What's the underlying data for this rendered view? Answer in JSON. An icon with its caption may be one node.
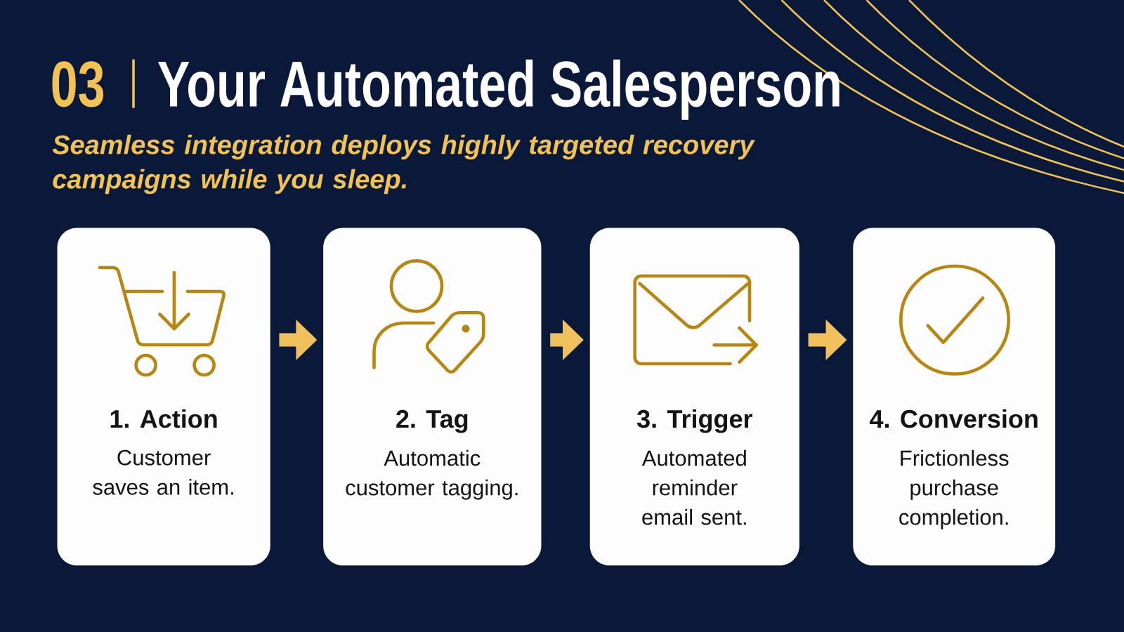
{
  "diagram": {
    "title": "Your Automated Salesperson",
    "nodes": [
      {
        "text": [
          "1. Action",
          "Customer saves an item."
        ]
      },
      {
        "text": [
          "2. Tag",
          "Automatic customer tagging."
        ]
      },
      {
        "text": [
          "3. Trigger",
          "Automated reminder email sent."
        ]
      },
      {
        "text": [
          "4. Conversion",
          "Frictionless purchase completion."
        ]
      }
    ],
    "edges": [
      {
        "from": 0,
        "to": 1,
        "arrow": "to"
      },
      {
        "from": 1,
        "to": 2,
        "arrow": "to"
      },
      {
        "from": 2,
        "to": 3,
        "arrow": "to"
      }
    ],
    "labels": [
      "03",
      "Seamless integration deploys highly targeted recovery campaigns while you sleep."
    ]
  }
}
